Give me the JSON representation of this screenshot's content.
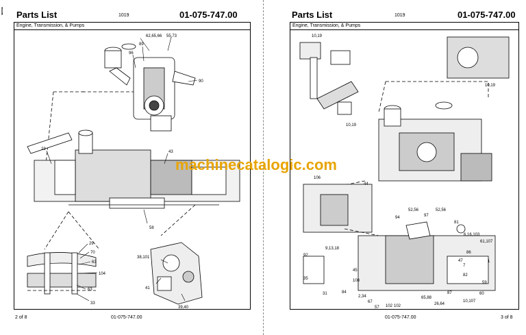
{
  "watermark": "machinecatalogic.com",
  "left_page": {
    "title": "Parts List",
    "number": "1019",
    "doc_code": "01-075-747.00",
    "section": "Engine, Transmission, & Pumps",
    "footer_page": "2 of 8",
    "footer_code": "01-075-747.00",
    "callouts": [
      "62,65,66",
      "55,73",
      "89",
      "96",
      "90",
      "23",
      "43",
      "58",
      "29",
      "70",
      "63",
      "104",
      "63",
      "33",
      "38,101",
      "41",
      "39,40"
    ]
  },
  "right_page": {
    "title": "Parts List",
    "number": "1019",
    "doc_code": "01-075-747.00",
    "section": "Engine, Transmission, & Pumps",
    "footer_page": "3 of 8",
    "footer_code": "01-075-747.00",
    "callouts": [
      "10,19",
      "10,19",
      "10,19",
      "106",
      "44",
      "94",
      "52,56",
      "52,56",
      "97",
      "81",
      "6,16,103",
      "61,107",
      "9,13,18",
      "92",
      "35",
      "31",
      "84",
      "102",
      "45",
      "108",
      "2,34",
      "67",
      "57",
      "65,88",
      "26,64",
      "87",
      "7",
      "82",
      "47",
      "86",
      "1",
      "59",
      "10,107",
      "60",
      "102"
    ]
  }
}
